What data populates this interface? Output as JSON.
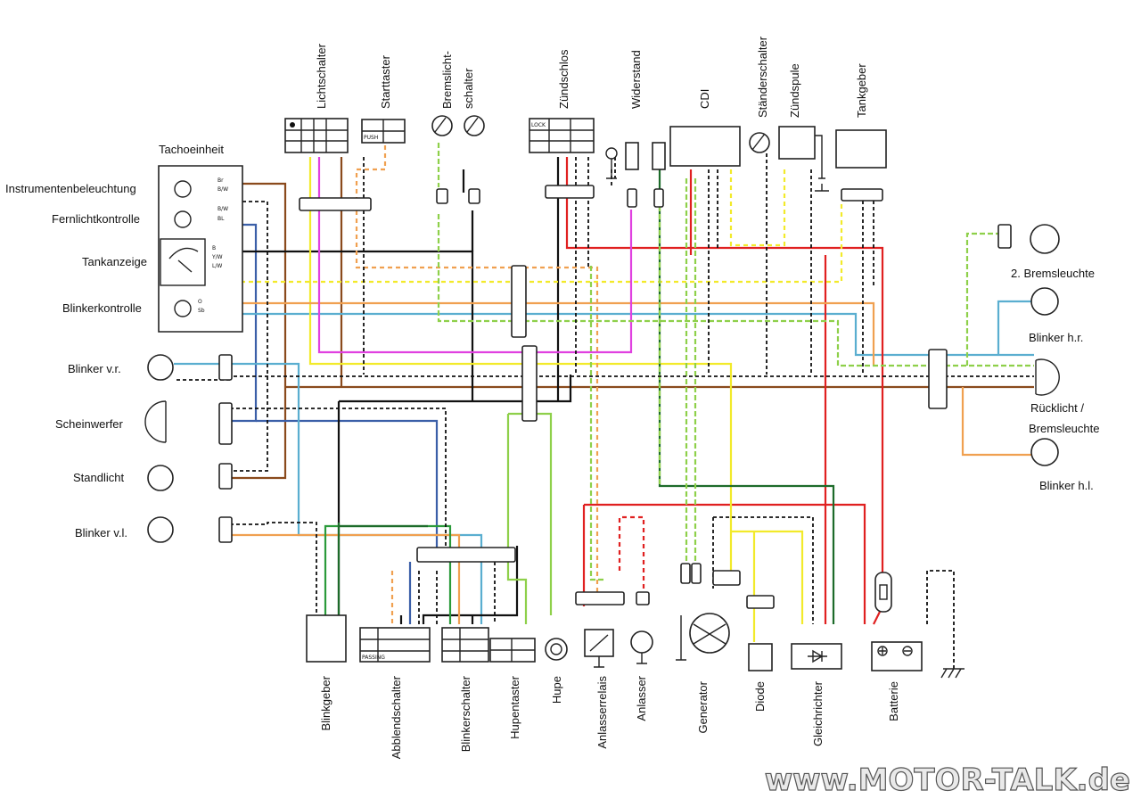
{
  "colors": {
    "brown": "#8a4a1c",
    "blue": "#3b5fa8",
    "lightblue": "#5aaed0",
    "black": "#111111",
    "red": "#e02020",
    "yellow": "#f2ea2a",
    "orange": "#f0a050",
    "pink": "#e040e0",
    "green": "#2a9a3a",
    "lightgreen": "#8ed04a",
    "darkgreen": "#1d6b2a"
  },
  "top_labels": {
    "lichtschalter": "Lichtschalter",
    "starttaster": "Starttaster",
    "bremslichtschalter_1": "Bremslicht-",
    "bremslichtschalter_2": "schalter",
    "zuendschloss": "Zündschlos",
    "widerstand": "Widerstand",
    "cdi": "CDI",
    "staenderschalter": "Ständerschalter",
    "zuendspule": "Zündspule",
    "tankgeber": "Tankgeber"
  },
  "left_labels": {
    "tachoeinheit": "Tachoeinheit",
    "instrumentenbeleuchtung": "Instrumentenbeleuchtung",
    "fernlichtkontrolle": "Fernlichtkontrolle",
    "tankanzeige": "Tankanzeige",
    "blinkerkontrolle": "Blinkerkontrolle",
    "blinker_vr": "Blinker v.r.",
    "scheinwerfer": "Scheinwerfer",
    "standlicht": "Standlicht",
    "blinker_vl": "Blinker v.l."
  },
  "right_labels": {
    "bremsleuchte_2": "2. Bremsleuchte",
    "blinker_hr": "Blinker h.r.",
    "ruecklicht_1": "Rücklicht /",
    "ruecklicht_2": "Bremsleuchte",
    "blinker_hl": "Blinker h.l."
  },
  "bottom_labels": {
    "blinkgeber": "Blinkgeber",
    "abblendschalter": "Abblendschalter",
    "blinkerschalter": "Blinkerschalter",
    "hupentaster": "Hupentaster",
    "hupe": "Hupe",
    "anlasserrelais": "Anlasserrelais",
    "anlasser": "Anlasser",
    "generator": "Generator",
    "diode": "Diode",
    "gleichrichter": "Gleichrichter",
    "batterie": "Batterie"
  },
  "switch_text": {
    "push": "PUSH",
    "lock": "LOCK",
    "passing": "PASSING"
  },
  "watermark": "www.MOTOR-TALK.de"
}
